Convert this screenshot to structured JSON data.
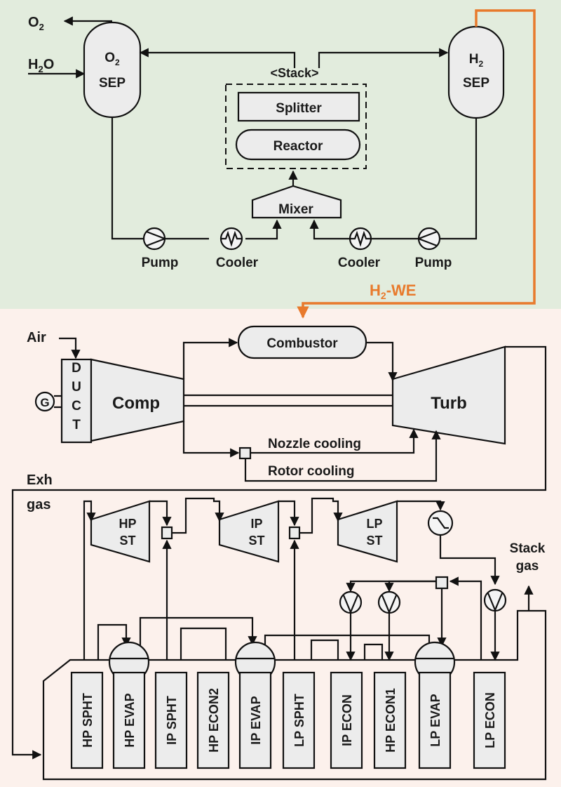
{
  "colors": {
    "top_background": "#e2ecdd",
    "bottom_background": "#fcf1ec",
    "h2_line": "#e87a2c",
    "equipment_fill": "#ececec",
    "line": "#111111"
  },
  "electrolyzer": {
    "o2_out": "O",
    "o2_out_sub": "2",
    "h2o_in": "H",
    "h2o_in_sub": "2",
    "h2o_in_tail": "O",
    "o2_sep_top": "O",
    "o2_sep_top_sub": "2",
    "o2_sep_bottom": "SEP",
    "h2_sep_top": "H",
    "h2_sep_top_sub": "2",
    "h2_sep_bottom": "SEP",
    "stack_label": "<Stack>",
    "splitter": "Splitter",
    "reactor": "Reactor",
    "mixer": "Mixer",
    "pump_left": "Pump",
    "cooler_left": "Cooler",
    "cooler_right": "Cooler",
    "pump_right": "Pump",
    "h2_we_main": "H",
    "h2_we_sub": "2",
    "h2_we_tail": "-WE"
  },
  "gas_turbine": {
    "air": "Air",
    "duct_letters": [
      "D",
      "U",
      "C",
      "T"
    ],
    "compressor": "Comp",
    "combustor": "Combustor",
    "turbine": "Turb",
    "nozzle_cooling": "Nozzle cooling",
    "rotor_cooling": "Rotor cooling",
    "exhaust_line1": "Exh",
    "exhaust_line2": "gas"
  },
  "steam_cycle": {
    "hp_st_line1": "HP",
    "hp_st_line2": "ST",
    "ip_st_line1": "IP",
    "ip_st_line2": "ST",
    "lp_st_line1": "LP",
    "lp_st_line2": "ST",
    "stack_gas_line1": "Stack",
    "stack_gas_line2": "gas"
  },
  "hrsg_sections": [
    "HP SPHT",
    "HP EVAP",
    "IP SPHT",
    "HP ECON2",
    "IP EVAP",
    "LP SPHT",
    "IP ECON",
    "HP ECON1",
    "LP EVAP",
    "LP ECON"
  ]
}
